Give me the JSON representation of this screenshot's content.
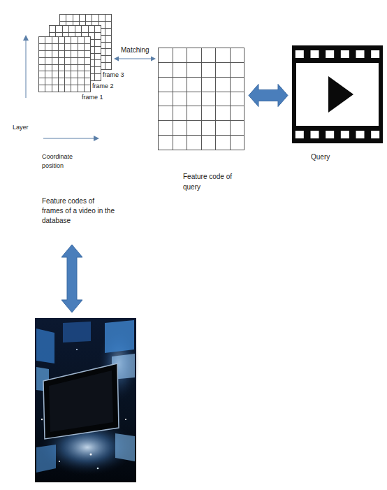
{
  "diagram": {
    "nodes": [
      {
        "text": [
          "frame 3"
        ]
      },
      {
        "text": [
          "frame 2"
        ]
      },
      {
        "text": [
          "frame 1"
        ]
      },
      {
        "text": [
          "Feature code of query"
        ]
      },
      {
        "text": [
          "Query"
        ]
      }
    ],
    "edges": [
      {
        "from": 0,
        "to": 3,
        "label": "Matching",
        "arrow": "both"
      },
      {
        "from": 3,
        "to": 4,
        "arrow": "both"
      }
    ],
    "labels": [
      "Layer",
      "Coordinate position",
      "Feature codes of frames of a video in the database"
    ]
  }
}
